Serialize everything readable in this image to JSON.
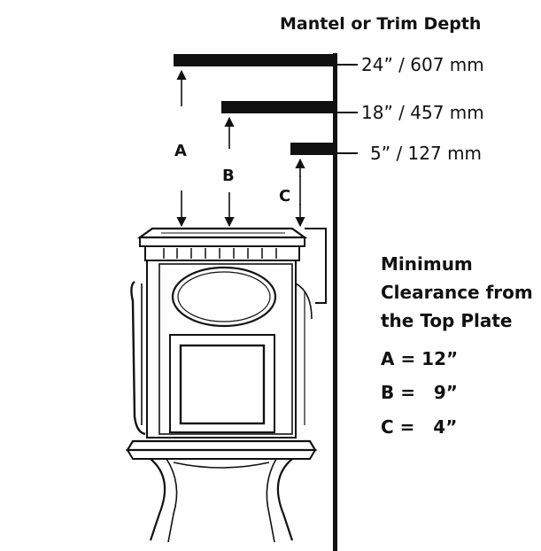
{
  "header": {
    "title": "Mantel or Trim Depth"
  },
  "depths": [
    {
      "label": "24” / 607 mm"
    },
    {
      "label": "18” / 457 mm"
    },
    {
      "label": "5”  /  127 mm"
    }
  ],
  "markers": {
    "a": "A",
    "b": "B",
    "c": "C"
  },
  "clearance": {
    "title_lines": [
      "Minimum",
      "Clearance from",
      "the Top Plate"
    ],
    "values": [
      "A = 12”",
      "B =   9”",
      "C =   4”"
    ]
  },
  "colors": {
    "ink": "#111111",
    "background": "#ffffff"
  },
  "icons": [
    "wood-stove-illustration",
    "arrow-up-icon",
    "arrow-down-icon"
  ]
}
